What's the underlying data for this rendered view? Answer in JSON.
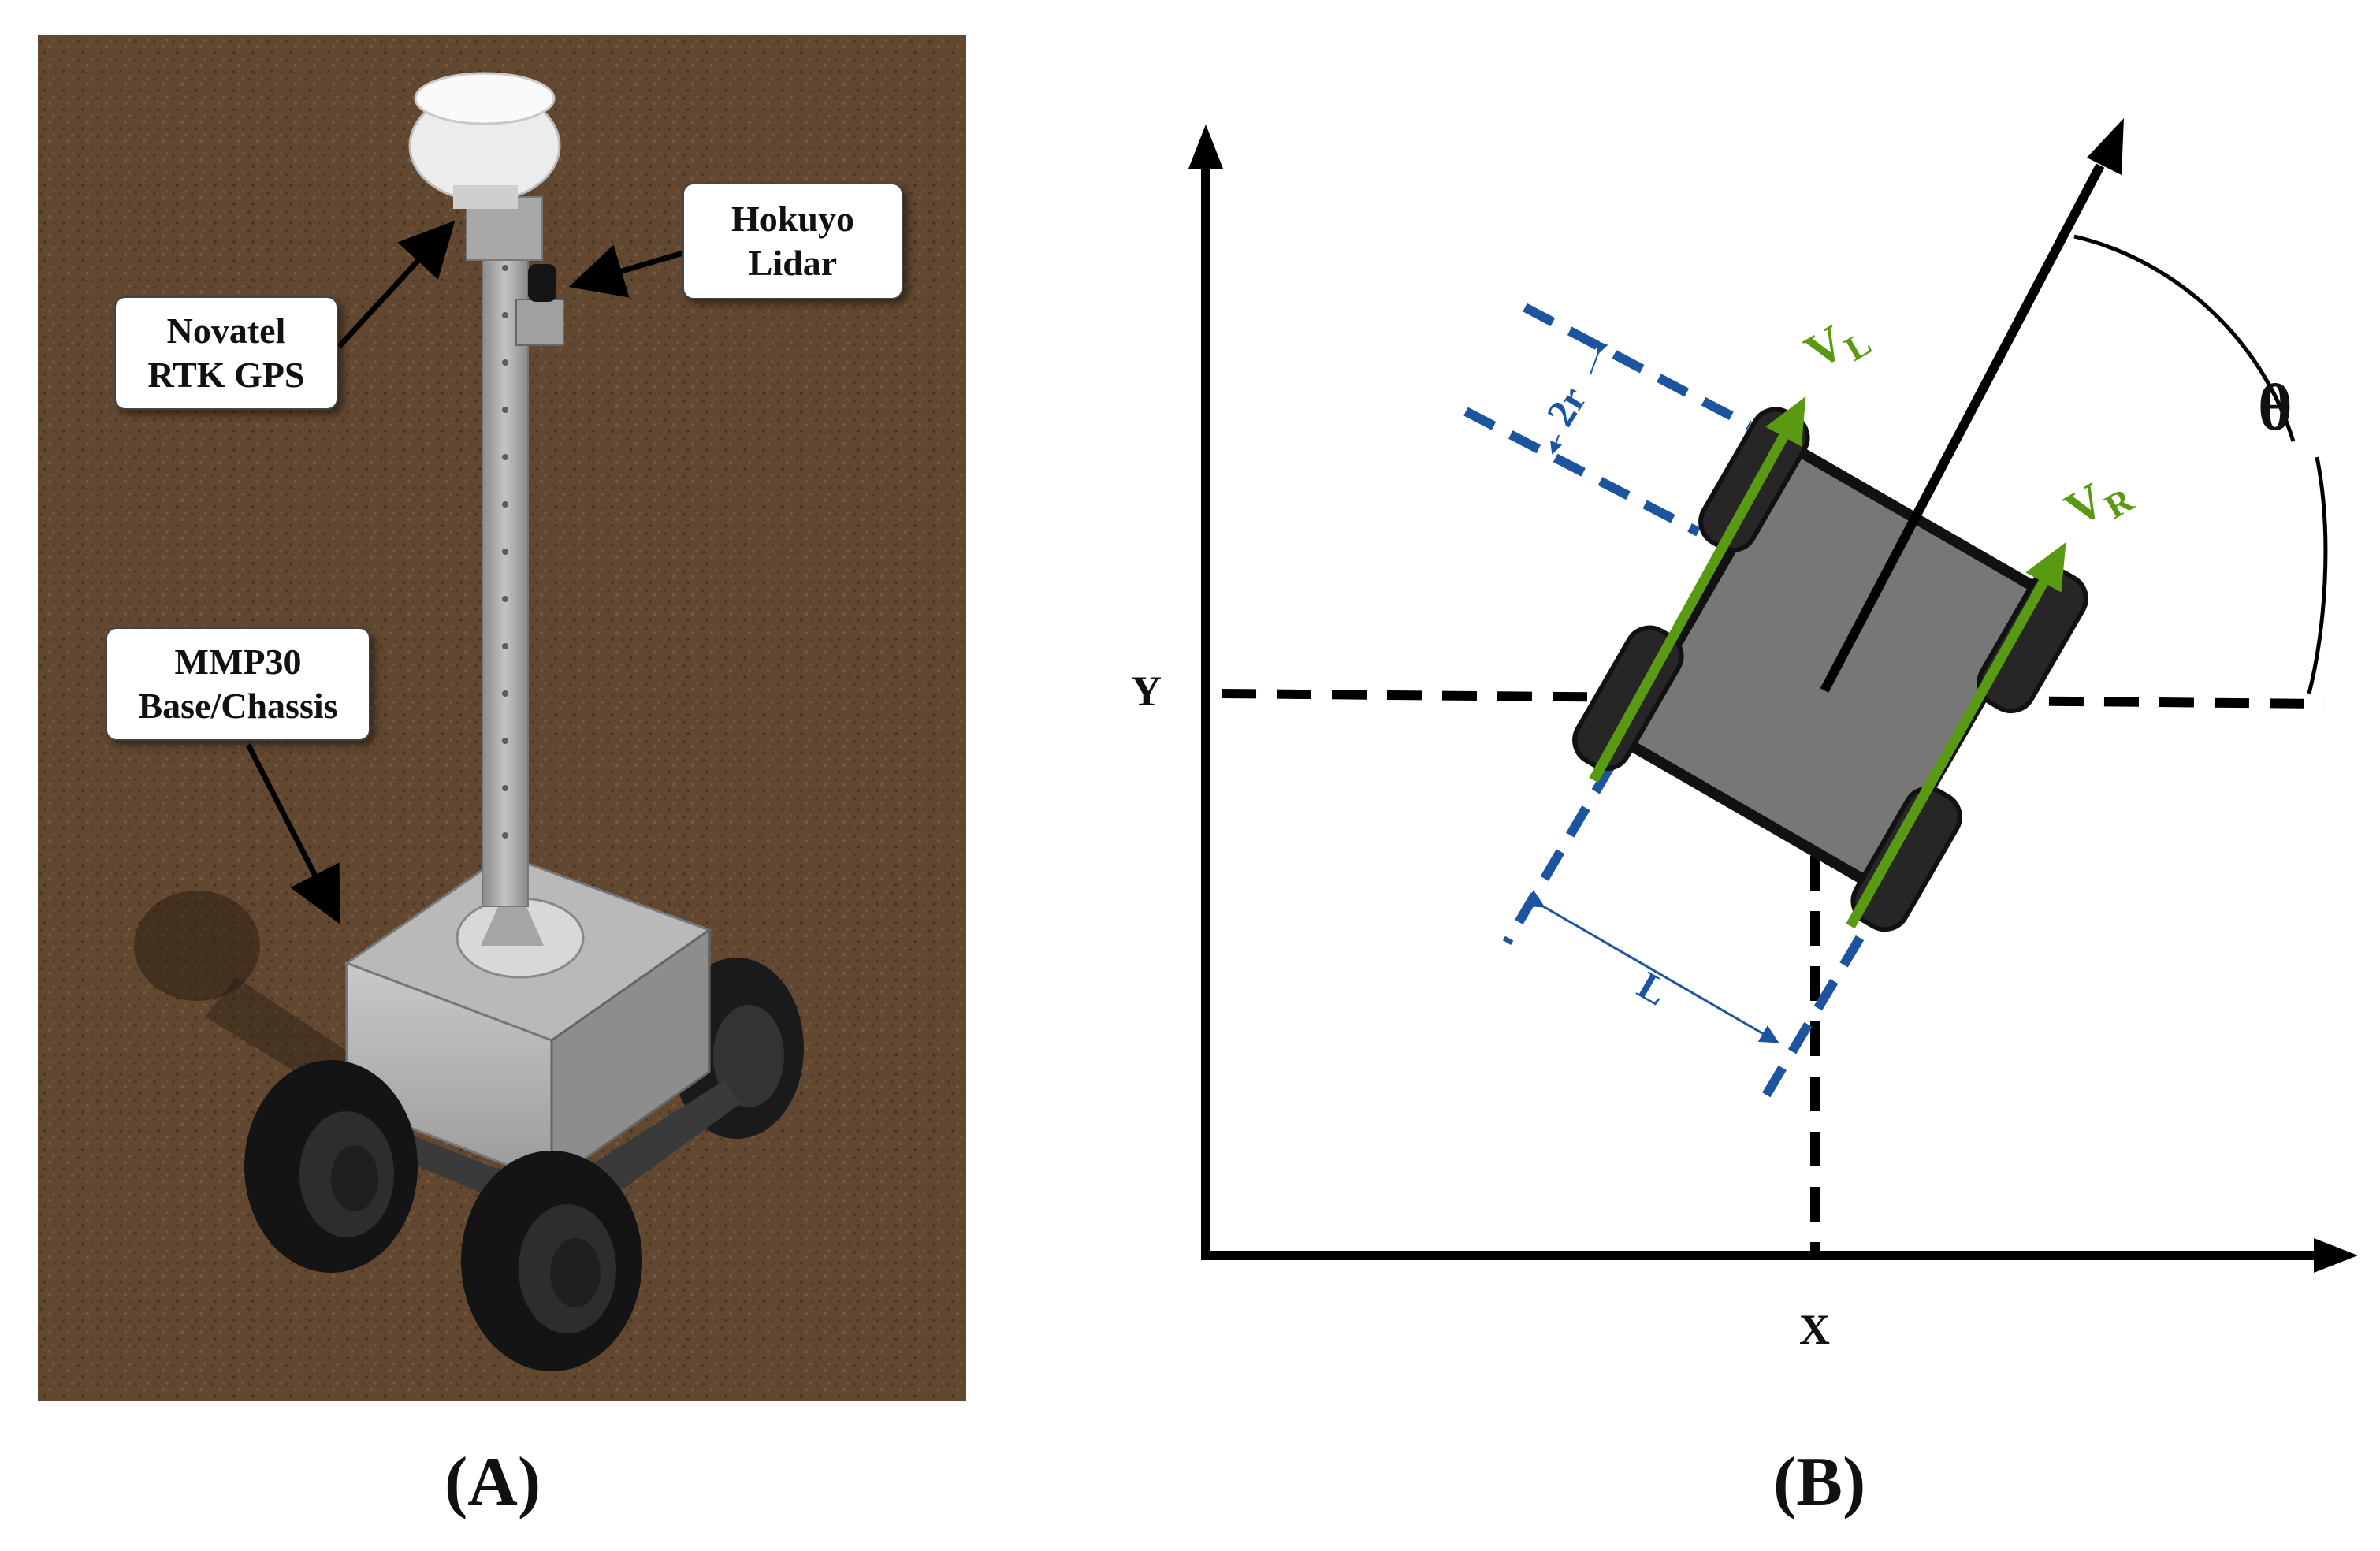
{
  "panel_a": {
    "label": "(A)",
    "callouts": {
      "gps": [
        "Novatel",
        "RTK GPS"
      ],
      "lidar": [
        "Hokuyo",
        "Lidar"
      ],
      "base": [
        "MMP30",
        "Base/Chassis"
      ]
    }
  },
  "panel_b": {
    "label": "(B)",
    "axis_y": "Y",
    "axis_x": "X",
    "angle": "θ",
    "wheel_dim": "2r",
    "track": "L",
    "v_left": {
      "main": "V",
      "sub": "L"
    },
    "v_right": {
      "main": "V",
      "sub": "R"
    }
  },
  "colors": {
    "ground": "#6e5136",
    "velocity": "#5a9a12",
    "dimension": "#1c54a0",
    "robot_body": "#777777"
  }
}
